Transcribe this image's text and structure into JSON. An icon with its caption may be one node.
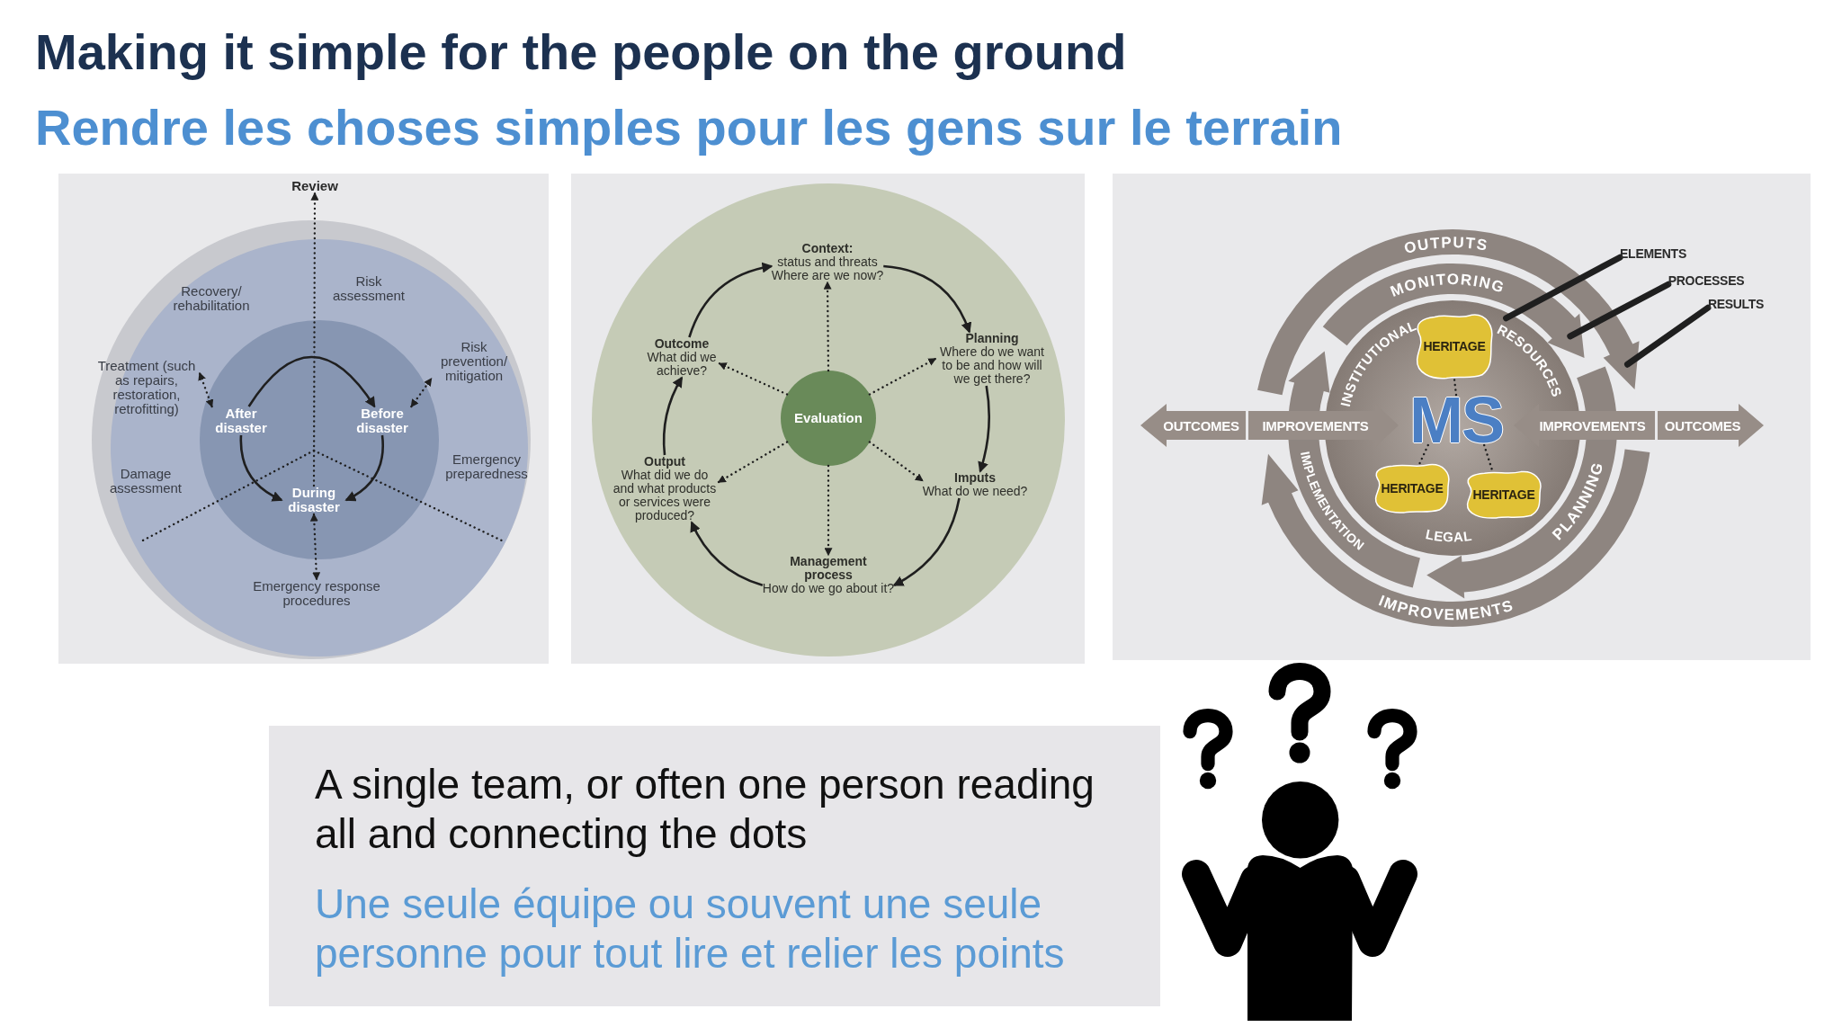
{
  "diagram": {
    "title": "Making it simple for the people on the ground",
    "nodes": [
      {
        "text": [
          "Review"
        ]
      },
      {
        "text": [],
        "shape": "circle"
      },
      {
        "text": [
          "Recovery/ rehabilitation"
        ],
        "in": 1
      },
      {
        "text": [
          "Risk assessment"
        ],
        "in": 1
      },
      {
        "text": [
          "Treatment (such as repairs, restoration, retrofitting)"
        ],
        "in": 1
      },
      {
        "text": [
          "Risk prevention/ mitigation"
        ],
        "in": 1
      },
      {
        "text": [],
        "shape": "circle",
        "in": 1
      },
      {
        "text": [
          "After disaster"
        ],
        "in": 6
      },
      {
        "text": [
          "Before disaster"
        ],
        "in": 6
      },
      {
        "text": [
          "During disaster"
        ],
        "in": 6
      },
      {
        "text": [
          "Damage assessment"
        ],
        "in": 1
      },
      {
        "text": [
          "Emergency preparedness"
        ],
        "in": 1
      },
      {
        "text": [
          "Emergency response procedures"
        ],
        "in": 1
      },
      {
        "text": [],
        "shape": "circle"
      },
      {
        "text": [
          "Context:",
          "status and threats",
          "Where are we now?"
        ],
        "in": 13
      },
      {
        "text": [
          "Outcome",
          "What did we achieve?"
        ],
        "in": 13
      },
      {
        "text": [
          "Planning",
          "Where do we want to be and how will we get there?"
        ],
        "in": 13
      },
      {
        "text": [
          "Evaluation"
        ],
        "in": 13
      },
      {
        "text": [
          "Output",
          "What did we do and what products or services were produced?"
        ],
        "in": 13
      },
      {
        "text": [
          "Imputs",
          "What do we need?"
        ],
        "in": 13
      },
      {
        "text": [
          "Management process",
          "How do we go about it?"
        ],
        "in": 13
      },
      {
        "text": [
          "OUTPUTS"
        ]
      },
      {
        "text": [
          "ELEMENTS"
        ]
      },
      {
        "text": [
          "PROCESSES"
        ]
      },
      {
        "text": [
          "RESULTS"
        ]
      },
      {
        "text": [
          "MONITORING"
        ]
      },
      {
        "text": [
          "INSTITUTIONAL",
          "RESOURCES",
          "LEGAL"
        ]
      },
      {
        "text": [
          "HERITAGE"
        ],
        "in": 26
      },
      {
        "text": [
          "MS"
        ],
        "in": 26
      },
      {
        "text": [
          "HERITAGE"
        ],
        "in": 26
      },
      {
        "text": [
          "HERITAGE"
        ],
        "in": 26
      },
      {
        "text": [
          "OUTCOMES"
        ]
      },
      {
        "text": [
          "IMPROVEMENTS"
        ]
      },
      {
        "text": [
          "IMPROVEMENTS"
        ]
      },
      {
        "text": [
          "OUTCOMES"
        ]
      },
      {
        "text": [
          "PLANNING"
        ]
      },
      {
        "text": [
          "IMPLEMENTATION"
        ]
      },
      {
        "text": [
          "IMPROVEMENTS"
        ]
      },
      {
        "text": [
          "A single team, or often one person reading all and connecting the dots",
          "Une seule équipe ou souvent une seule personne pour tout lire et relier les points"
        ]
      }
    ],
    "edges": [
      {
        "from": 9,
        "to": 0,
        "arrow": "to",
        "style": "dashed"
      },
      {
        "from": 7,
        "to": 8,
        "arrow": "to"
      },
      {
        "from": 7,
        "to": 9,
        "arrow": "to"
      },
      {
        "from": 8,
        "to": 9,
        "arrow": "to"
      },
      {
        "from": 7,
        "to": 4,
        "arrow": "both",
        "style": "dashed"
      },
      {
        "from": 8,
        "to": 5,
        "arrow": "both",
        "style": "dashed"
      },
      {
        "from": 9,
        "to": 12,
        "arrow": "both",
        "style": "dashed"
      },
      {
        "from": 14,
        "to": 16,
        "arrow": "to"
      },
      {
        "from": 16,
        "to": 19,
        "arrow": "to"
      },
      {
        "from": 19,
        "to": 20,
        "arrow": "to"
      },
      {
        "from": 20,
        "to": 18,
        "arrow": "to"
      },
      {
        "from": 18,
        "to": 15,
        "arrow": "to"
      },
      {
        "from": 15,
        "to": 14,
        "arrow": "to"
      },
      {
        "from": 17,
        "to": 14,
        "arrow": "to",
        "style": "dashed"
      },
      {
        "from": 17,
        "to": 16,
        "arrow": "to",
        "style": "dashed"
      },
      {
        "from": 17,
        "to": 19,
        "arrow": "to",
        "style": "dashed"
      },
      {
        "from": 17,
        "to": 20,
        "arrow": "to",
        "style": "dashed"
      },
      {
        "from": 17,
        "to": 18,
        "arrow": "to",
        "style": "dashed"
      },
      {
        "from": 17,
        "to": 15,
        "arrow": "to",
        "style": "dashed"
      },
      {
        "from": 22,
        "to": 26,
        "arrow": "none",
        "style": "thick"
      },
      {
        "from": 23,
        "to": 25,
        "arrow": "none",
        "style": "thick"
      },
      {
        "from": 24,
        "to": 21,
        "arrow": "none",
        "style": "thick"
      },
      {
        "from": 28,
        "to": 27,
        "arrow": "none",
        "style": "dashed"
      },
      {
        "from": 28,
        "to": 29,
        "arrow": "none",
        "style": "dashed"
      },
      {
        "from": 28,
        "to": 30,
        "arrow": "none",
        "style": "dashed"
      }
    ],
    "labels": [
      "Rendre les choses simples pour les gens sur le terrain"
    ]
  }
}
